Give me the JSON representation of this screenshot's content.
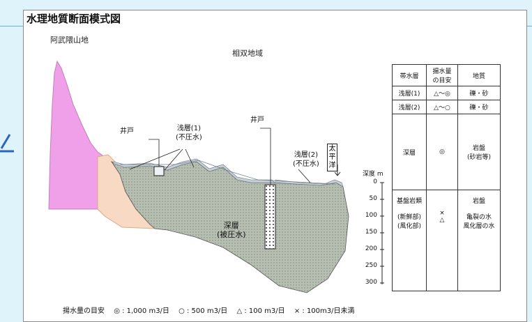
{
  "title": "水理地質断面模式図",
  "mountain": "阿武隈山地",
  "region": "相双地域",
  "labels": {
    "well_left": "井戸",
    "well_right": "井戸",
    "shallow1_line1": "浅層(1)",
    "shallow1_line2": "(不圧水)",
    "shallow2_line1": "浅層(2)",
    "shallow2_line2": "(不圧水)",
    "deep_line1": "深層",
    "deep_line2": "(被圧水)",
    "pacific_chars": [
      "太",
      "平",
      "洋"
    ]
  },
  "depth_axis": {
    "title": "深度 m",
    "ticks": [
      "0",
      "50",
      "100",
      "150",
      "200",
      "250",
      "300"
    ]
  },
  "table": {
    "headers": [
      "帯水層",
      "揚水量\nの目安",
      "地質"
    ],
    "rows": [
      [
        "浅層(1)",
        "△～◎",
        "礫・砂"
      ],
      [
        "浅層(2)",
        "△～○",
        "礫・砂"
      ],
      [
        "深層",
        "◎",
        "岩盤\n(砂岩等)"
      ],
      [
        "基盤岩類\n\n(新鮮部)\n(風化部)",
        "\n\n×\n△",
        "岩盤\n\n亀裂の水\n風化層の水"
      ]
    ]
  },
  "legend": {
    "prefix": "揚水量の目安",
    "items": [
      "◎ : 1,000 m3/日",
      "○ : 500 m3/日",
      "△ : 100 m3/日",
      "× : 100m3/日未満"
    ]
  },
  "colors": {
    "mountain": "#f0a0e8",
    "sediment": "#f7d9c4",
    "shallow_water": "#c7d0d8",
    "deep_rock": "#b9c1b5",
    "slide_bg": "#dff4fa"
  }
}
